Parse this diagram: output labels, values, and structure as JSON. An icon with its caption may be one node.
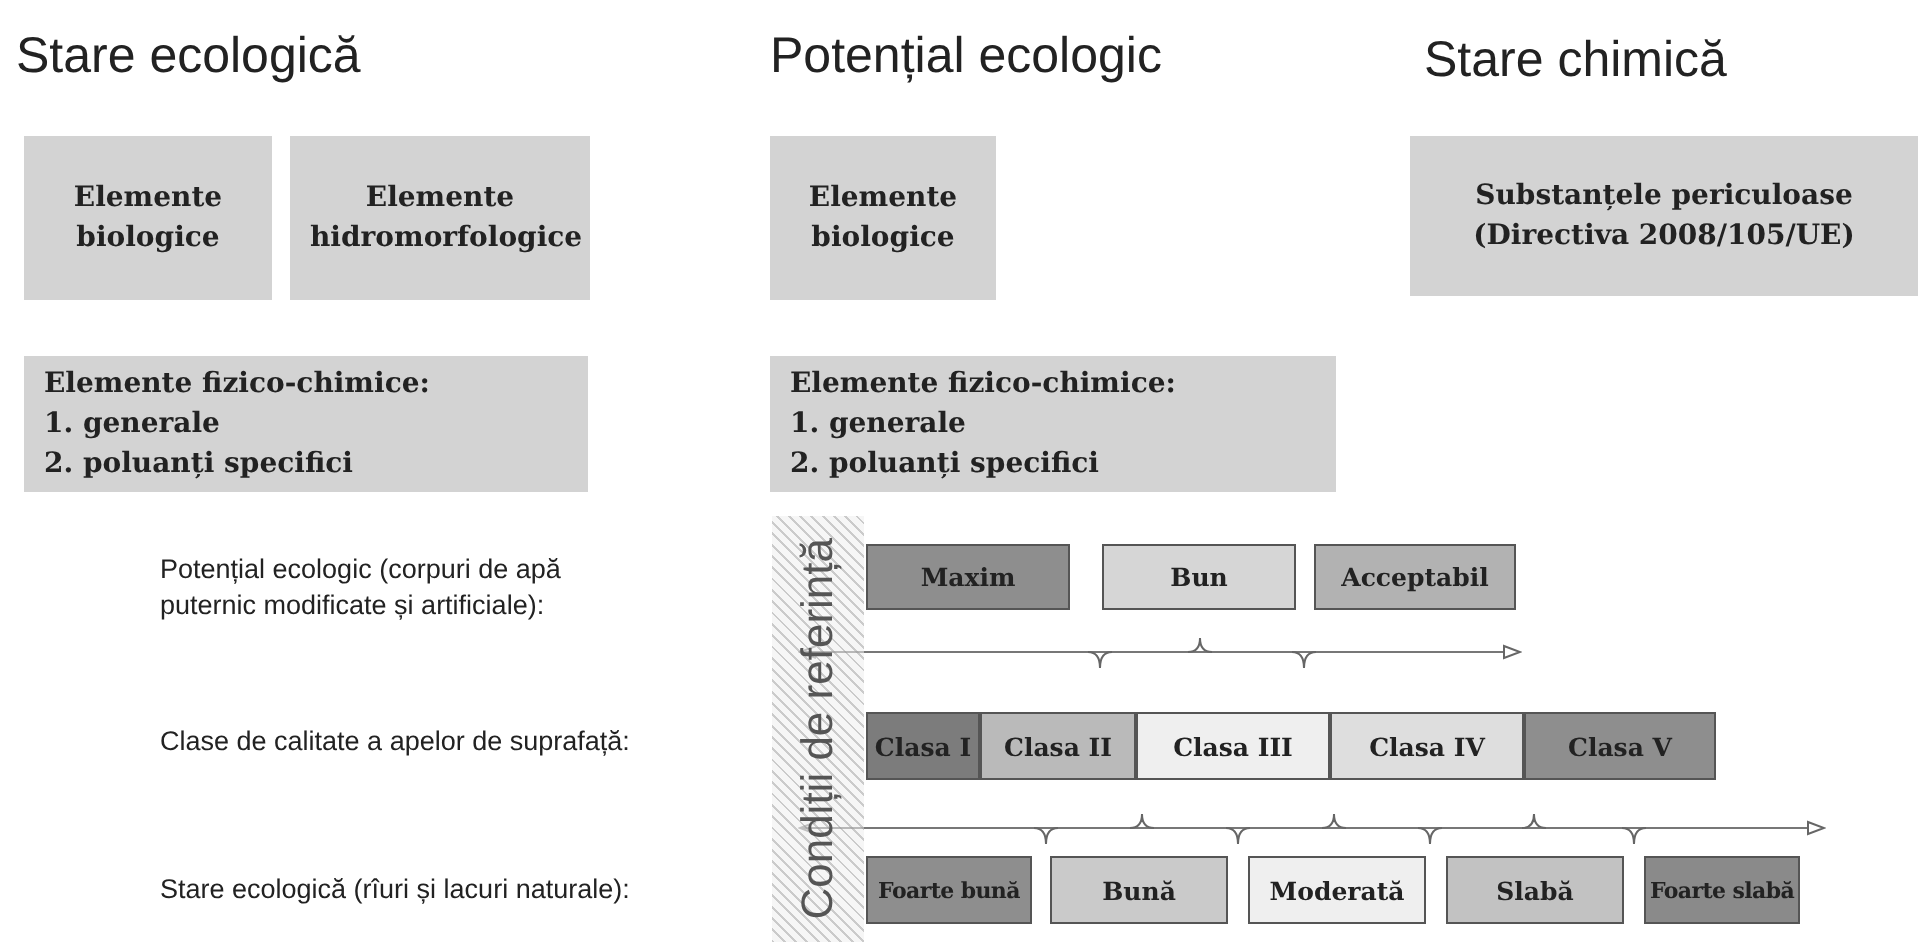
{
  "diagram": {
    "nodes": [
      {
        "text": [
          "Elemente biologice"
        ]
      },
      {
        "text": [
          "Elemente hidromorfologice"
        ]
      },
      {
        "text": [
          "Elemente fizico-chimice:",
          "1. generale",
          "2. poluanți specifici"
        ]
      },
      {
        "text": [
          "Elemente biologice"
        ]
      },
      {
        "text": [
          "Elemente fizico-chimice:",
          "1. generale",
          "2. poluanți specifici"
        ]
      },
      {
        "text": [
          "Substanțele periculoase (Directiva 2008/105/UE)"
        ]
      },
      {
        "text": [
          "Condiții de referință"
        ]
      },
      {
        "text": [
          "Maxim"
        ]
      },
      {
        "text": [
          "Bun"
        ]
      },
      {
        "text": [
          "Acceptabil"
        ]
      },
      {
        "text": [
          "Clasa I"
        ]
      },
      {
        "text": [
          "Clasa II"
        ]
      },
      {
        "text": [
          "Clasa III"
        ]
      },
      {
        "text": [
          "Clasa IV"
        ]
      },
      {
        "text": [
          "Clasa V"
        ]
      },
      {
        "text": [
          "Foarte bună"
        ]
      },
      {
        "text": [
          "Bună"
        ]
      },
      {
        "text": [
          "Moderată"
        ]
      },
      {
        "text": [
          "Slabă"
        ]
      },
      {
        "text": [
          "Foarte slabă"
        ]
      }
    ],
    "edges": [],
    "labels": [
      "Stare ecologică",
      "Potențial ecologic",
      "Stare chimică",
      "Potențial ecologic (corpuri de apă puternic modificate și artificiale):",
      "Clase de calitate a apelor de suprafață:",
      "Stare ecologică (rîuri și lacuri naturale):"
    ]
  }
}
